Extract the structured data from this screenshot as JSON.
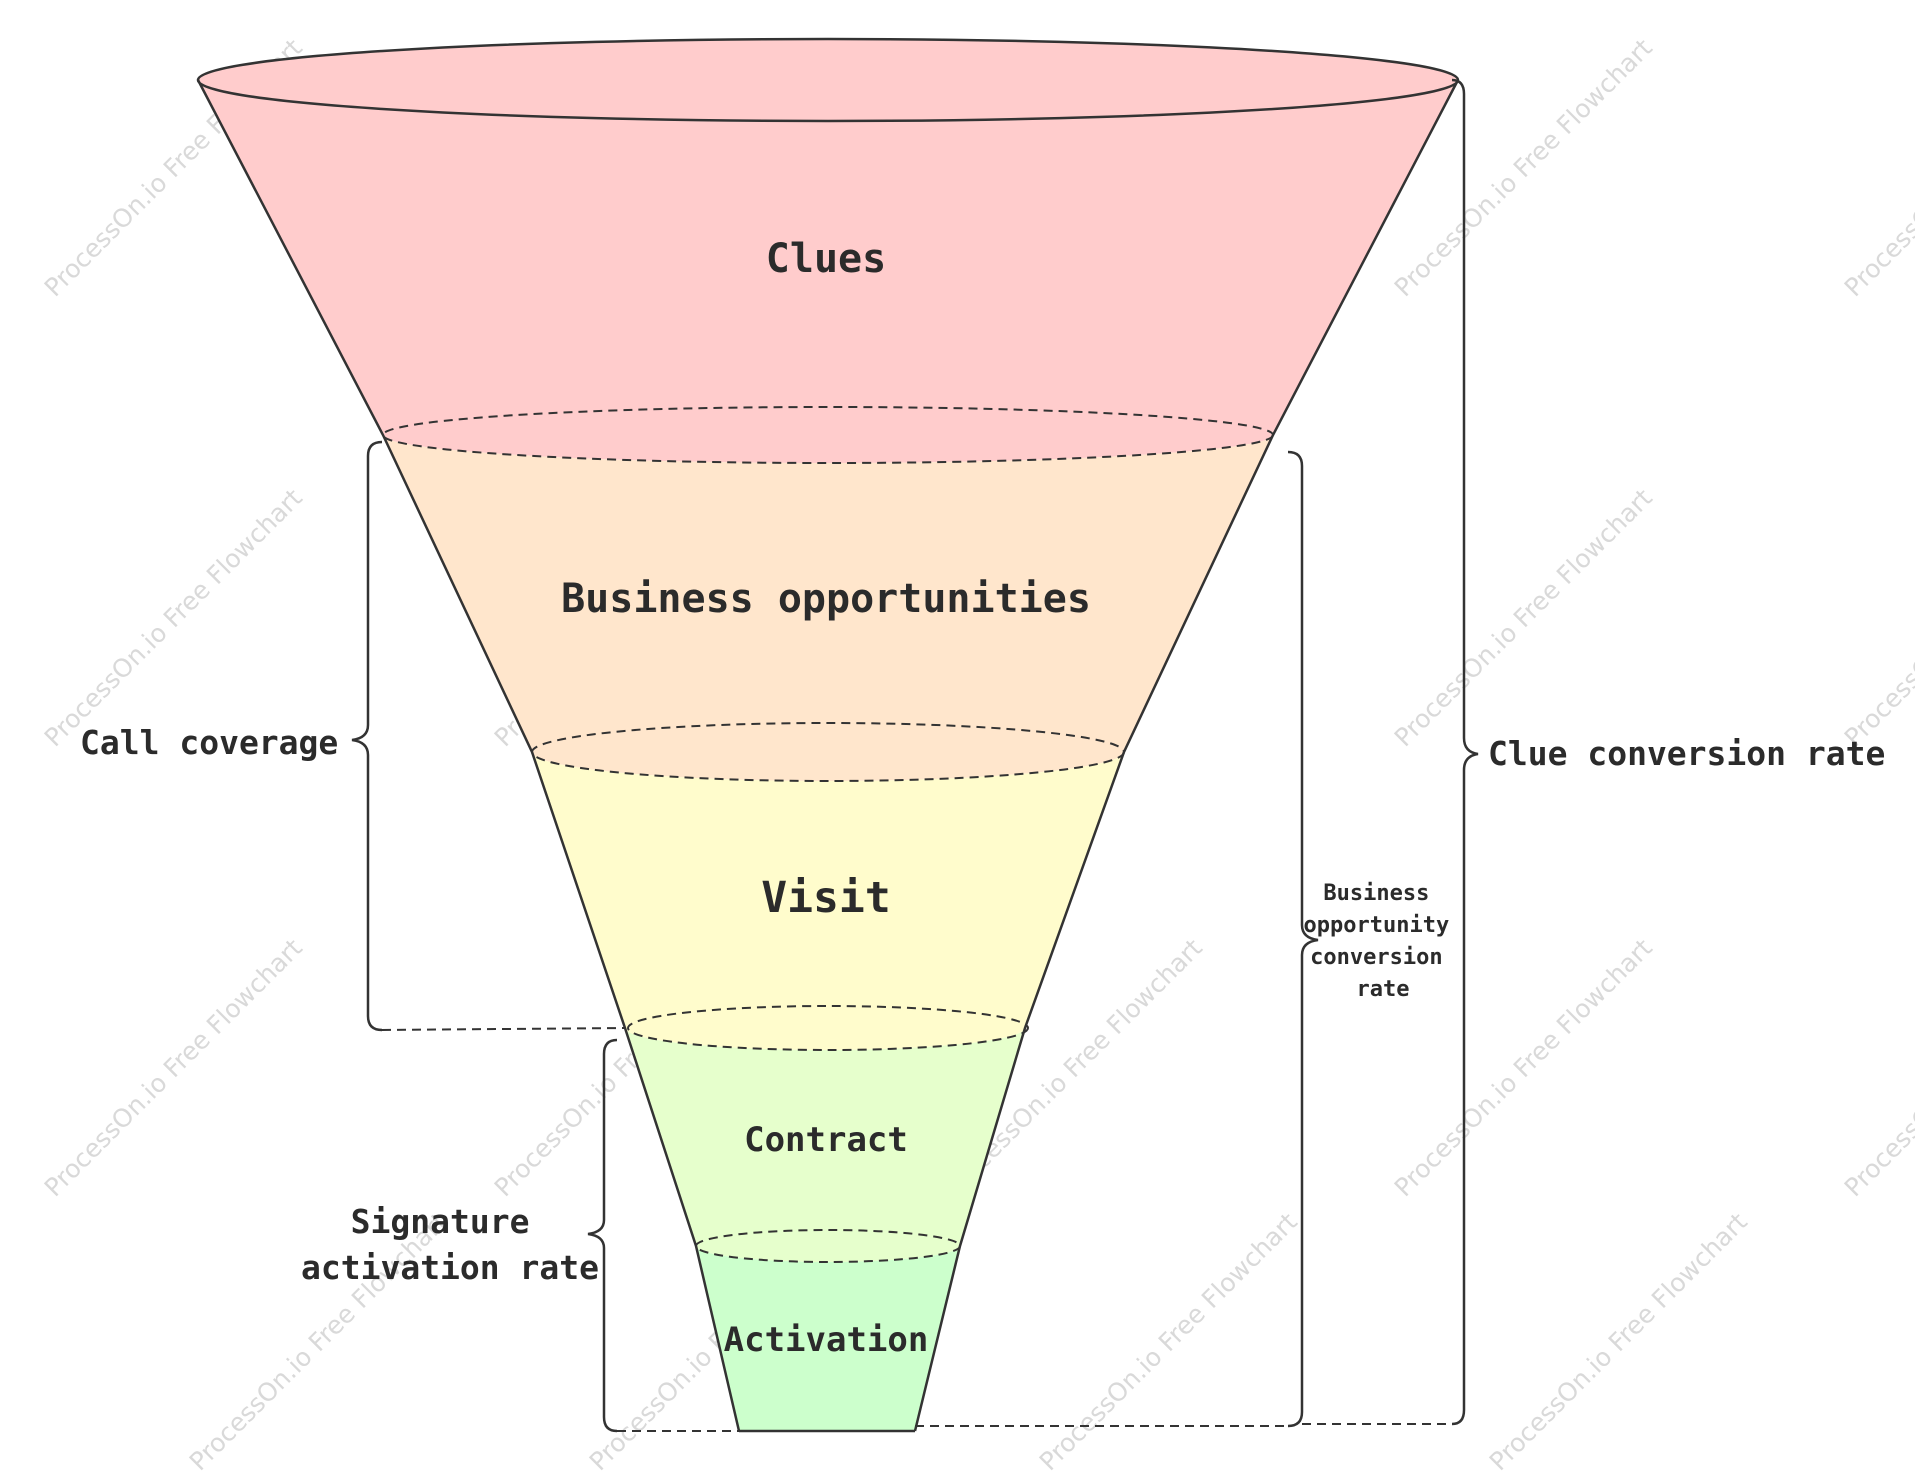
{
  "watermark": "ProcessOn.io Free Flowchart",
  "stages": [
    {
      "label": "Clues",
      "color": "#ffcccc"
    },
    {
      "label": "Business opportunities",
      "color": "#ffe6cc"
    },
    {
      "label": "Visit",
      "color": "#fffccc"
    },
    {
      "label": "Contract",
      "color": "#e6ffcc"
    },
    {
      "label": "Activation",
      "color": "#ccffcc"
    }
  ],
  "metrics": {
    "call_coverage": "Call coverage",
    "signature_activation_rate": [
      "Signature",
      "activation rate"
    ],
    "business_opportunity_conversion_rate": [
      "Business",
      "opportunity",
      "conversion",
      "rate"
    ],
    "clue_conversion_rate": "Clue conversion rate"
  }
}
